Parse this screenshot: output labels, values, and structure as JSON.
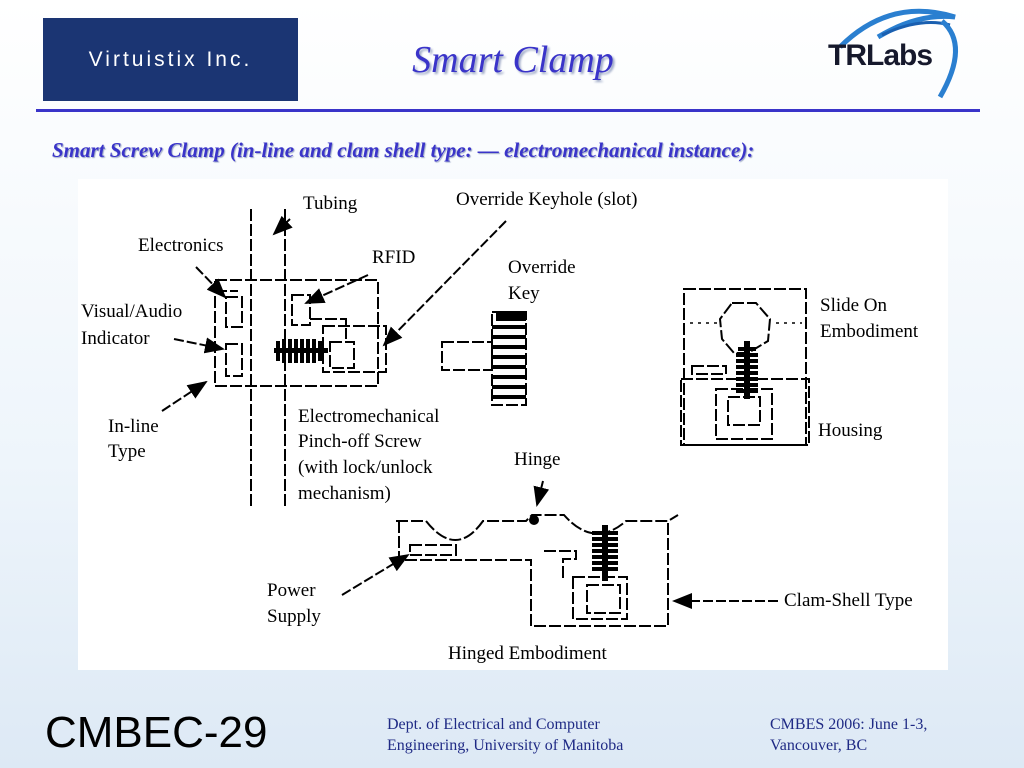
{
  "header": {
    "logo_text": "Virtuistix Inc.",
    "title": "Smart Clamp",
    "partner_logo": "TRLabs",
    "subtitle": "Smart Screw Clamp (in-line and clam shell type: — electromechanical instance):"
  },
  "diagram": {
    "labels": {
      "tubing": "Tubing",
      "override_keyhole": "Override Keyhole (slot)",
      "electronics": "Electronics",
      "rfid": "RFID",
      "override_key_1": "Override",
      "override_key_2": "Key",
      "visual_audio_1": "Visual/Audio",
      "visual_audio_2": "Indicator",
      "slide_on_1": "Slide On",
      "slide_on_2": "Embodiment",
      "inline_1": "In-line",
      "inline_2": "Type",
      "screw_1": "Electromechanical",
      "screw_2": "Pinch-off Screw",
      "screw_3": "(with lock/unlock",
      "screw_4": "mechanism)",
      "housing": "Housing",
      "hinge": "Hinge",
      "power_1": "Power",
      "power_2": "Supply",
      "clam_shell": "Clam-Shell Type",
      "hinged": "Hinged Embodiment"
    }
  },
  "footer": {
    "conference_id": "CMBEC-29",
    "dept_line1": "Dept. of Electrical and Computer",
    "dept_line2": "Engineering, University of Manitoba",
    "conf_line1": "CMBES 2006: June 1-3,",
    "conf_line2": "Vancouver, BC"
  }
}
